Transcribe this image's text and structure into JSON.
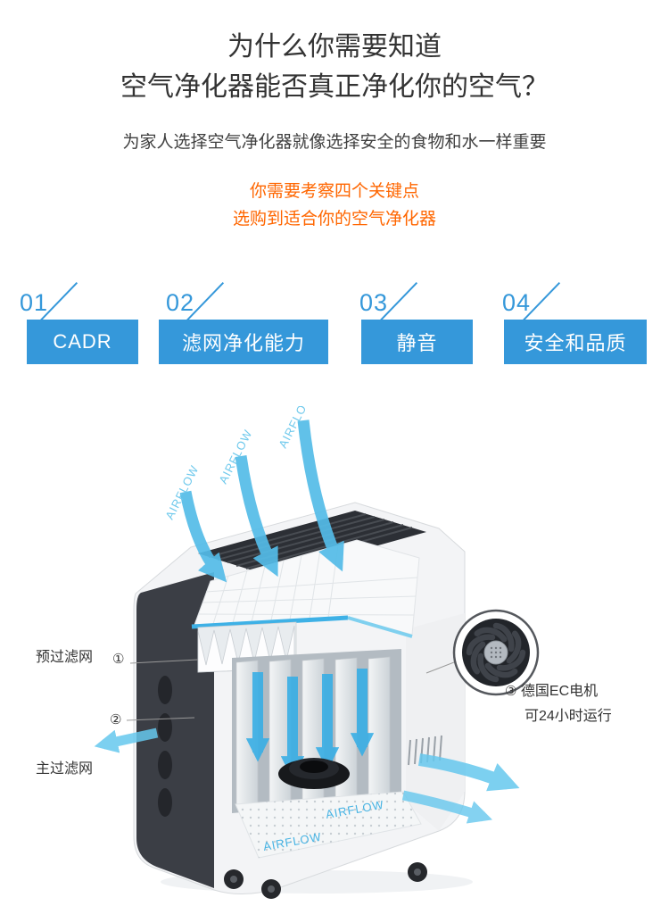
{
  "header": {
    "title_line1": "为什么你需要知道",
    "title_line2": "空气净化器能否真正净化你的空气？",
    "subtitle": "为家人选择空气净化器就像选择安全的食物和水一样重要",
    "highlight_line1": "你需要考察四个关键点",
    "highlight_line2": "选购到适合你的空气净化器"
  },
  "key_points": [
    {
      "number": "01",
      "label": "CADR"
    },
    {
      "number": "02",
      "label": "滤网净化能力"
    },
    {
      "number": "03",
      "label": "静音"
    },
    {
      "number": "04",
      "label": "安全和品质"
    }
  ],
  "diagram": {
    "pre_filter_label": "预过滤网",
    "pre_filter_marker": "①",
    "main_filter_marker": "②",
    "main_filter_label": "主过滤网",
    "motor_marker": "③",
    "motor_title": "德国EC电机",
    "motor_subtitle": "可24小时运行",
    "airflow_label": "AIRFLOW"
  },
  "colors": {
    "accent_blue": "#3598da",
    "highlight_orange": "#ff6600",
    "airflow_blue": "#4fb8e6"
  }
}
